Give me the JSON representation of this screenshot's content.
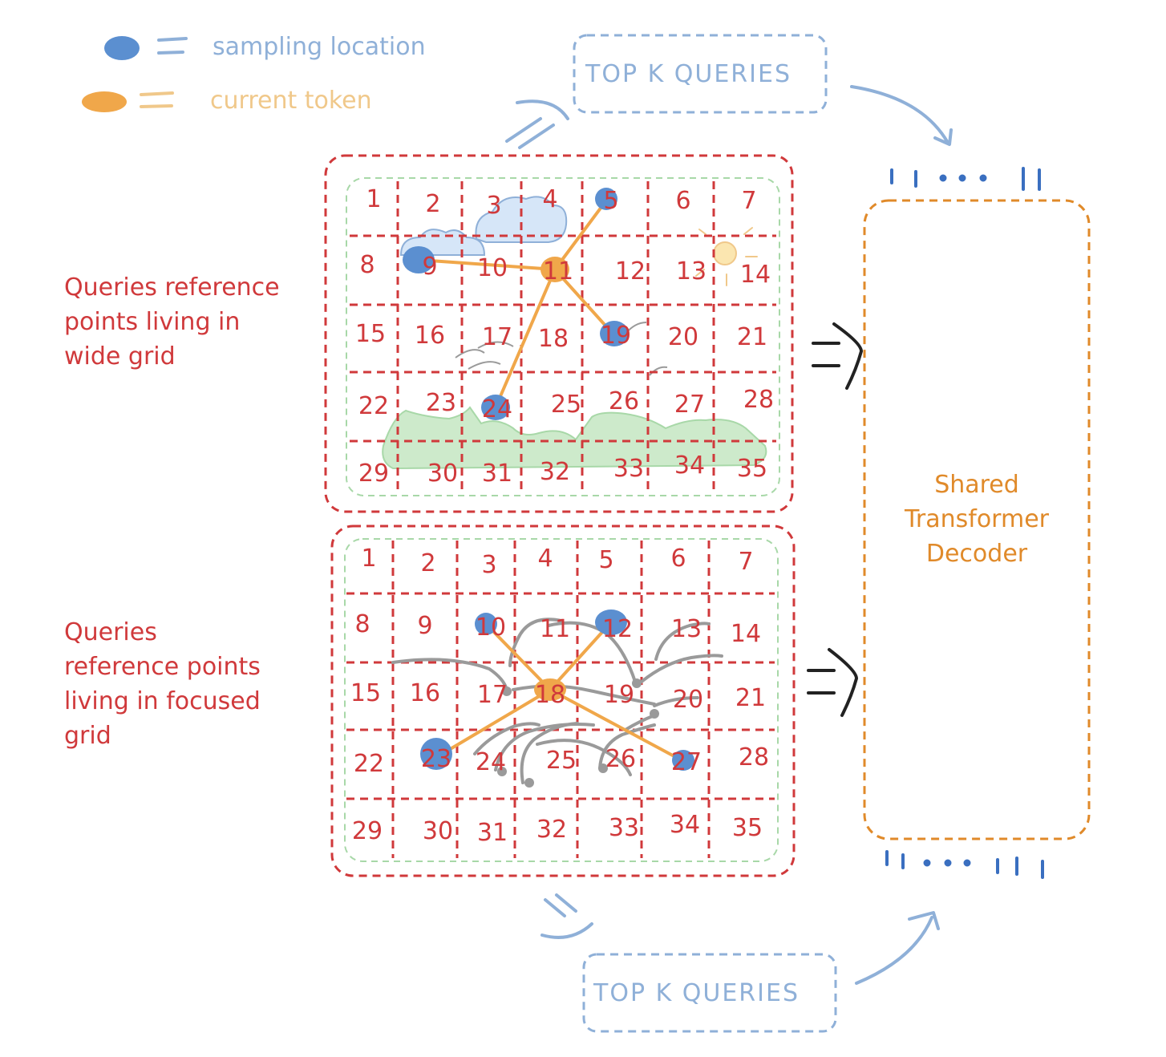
{
  "legend": {
    "sampling_label": "sampling location",
    "current_label": "current token",
    "sampling_color": "#5b8fd0",
    "current_color": "#f0a74a"
  },
  "labels": {
    "wide_grid_lines": [
      "Queries reference",
      "points living in",
      "wide grid"
    ],
    "focused_grid_lines": [
      "Queries",
      "reference points",
      "living in focused",
      "grid"
    ],
    "top_k_upper": "TOP K QUERIES",
    "top_k_lower": "TOP K QUERIES",
    "decoder_lines": [
      "Shared",
      "Transformer",
      "Decoder"
    ]
  },
  "grid_numbers": [
    "1",
    "2",
    "3",
    "4",
    "5",
    "6",
    "7",
    "8",
    "9",
    "10",
    "11",
    "12",
    "13",
    "14",
    "15",
    "16",
    "17",
    "18",
    "19",
    "20",
    "21",
    "22",
    "23",
    "24",
    "25",
    "26",
    "27",
    "28",
    "29",
    "30",
    "31",
    "32",
    "33",
    "34",
    "35"
  ],
  "wide_grid": {
    "current_token": "11",
    "sampling_locations": [
      "5",
      "9",
      "19",
      "24"
    ]
  },
  "focused_grid": {
    "current_token": "18",
    "sampling_locations": [
      "10",
      "12",
      "23",
      "27"
    ]
  },
  "colors": {
    "grid_red": "#d0393b",
    "inner_green": "#a8d8a8",
    "topk_blue": "#8fb0d8",
    "decoder_orange": "#e08a2a",
    "line_orange": "#f0a74a",
    "point_blue": "#5b8fd0",
    "gray_arrow": "#9a9a9a"
  }
}
